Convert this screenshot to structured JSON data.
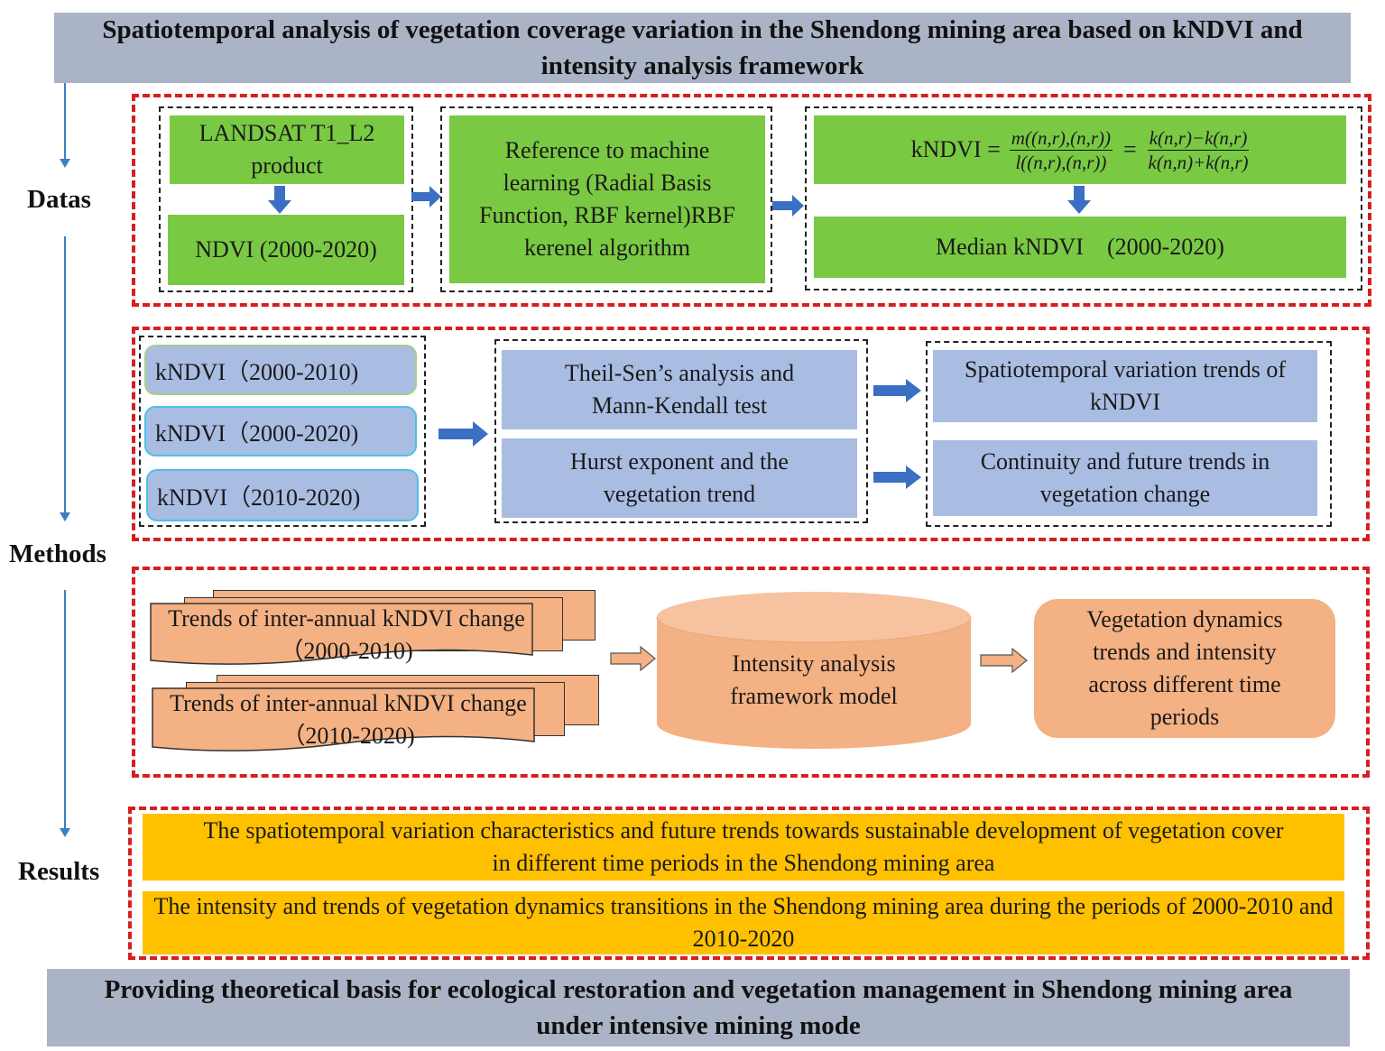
{
  "title": "Spatiotemporal analysis of vegetation coverage variation in the Shendong mining area based on kNDVI and intensity analysis framework",
  "footer": "Providing theoretical basis for ecological restoration and vegetation management in Shendong mining area under intensive mining mode",
  "labels": {
    "datas": "Datas",
    "methods": "Methods",
    "results": "Results"
  },
  "datas": {
    "landsat": "LANDSAT T1_L2 product",
    "ndvi": "NDVI (2000-2020)",
    "rbf": "Reference to machine learning (Radial Basis Function, RBF kernel)RBF kerenel algorithm",
    "formula": {
      "lhs": "kNDVI =",
      "frac1_num": "m((n,r),(n,r))",
      "frac1_den": "l((n,r),(n,r))",
      "eq": "=",
      "frac2_num": "k(n,r)−k(n,r)",
      "frac2_den": "k(n,n)+k(n,r)"
    },
    "median": "Median kNDVI　(2000-2020)"
  },
  "methods": {
    "periods": [
      "kNDVI（2000-2010)",
      "kNDVI（2000-2020)",
      "kNDVI（2010-2020)"
    ],
    "analysis": [
      "Theil-Sen’s analysis and Mann-Kendall test",
      "Hurst exponent and the vegetation trend"
    ],
    "outputs": [
      "Spatiotemporal variation trends of kNDVI",
      "Continuity and future trends in vegetation change"
    ],
    "trend_stacks": [
      "Trends of inter-annual kNDVI change（2000-2010)",
      "Trends of inter-annual kNDVI change（2010-2020)"
    ],
    "intensity_model": "Intensity analysis framework model",
    "dynamics": "Vegetation dynamics trends and intensity across different time periods"
  },
  "results": [
    "The spatiotemporal variation characteristics and future trends towards sustainable development of vegetation cover in different time periods in the Shendong mining area",
    "The intensity and trends of vegetation dynamics transitions in the Shendong mining area during the periods of 2000-2010 and 2010-2020"
  ],
  "colors": {
    "banner": "#aab4c6",
    "green": "#7ac943",
    "blue": "#a9bde3",
    "orange": "#f4b183",
    "yellow": "#ffc000",
    "red_frame": "#d81e1e",
    "arrow_blue": "#3a6fc4"
  }
}
